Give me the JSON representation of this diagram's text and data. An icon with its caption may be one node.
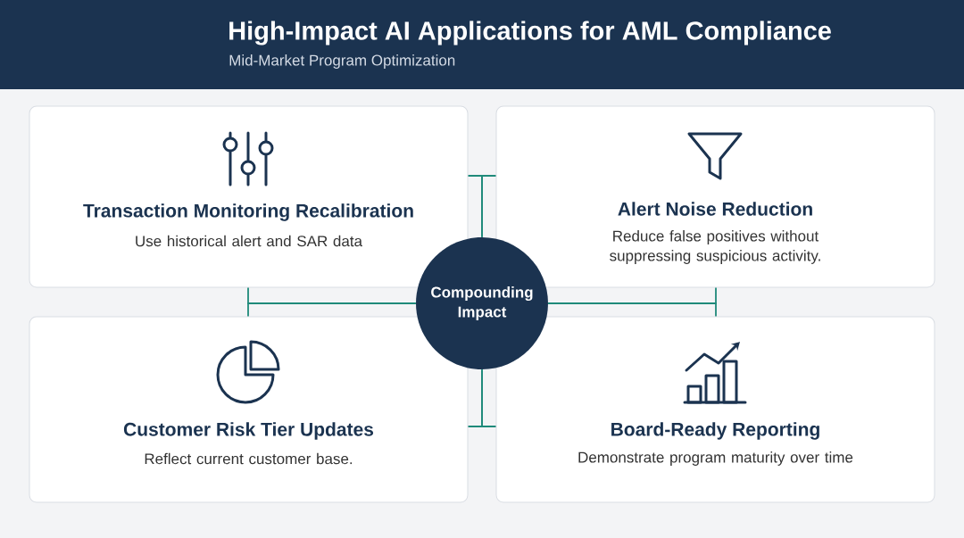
{
  "diagram": {
    "title": "High-Impact AI Applications for AML Compliance",
    "caption": "Mid-Market Program Optimization",
    "nodes": [
      {
        "text": [
          "Transaction Monitoring Recalibration",
          "Use historical alert and SAR data"
        ]
      },
      {
        "text": [
          "Alert Noise Reduction",
          "Reduce false positives without suppressing suspicious activity."
        ]
      },
      {
        "text": [
          "Compounding Impact"
        ]
      },
      {
        "text": [
          "Customer Risk Tier Updates",
          "Reflect current customer base."
        ]
      },
      {
        "text": [
          "Board-Ready Reporting",
          "Demonstrate program maturity over time"
        ]
      }
    ],
    "edges": [
      {
        "from": 2,
        "to": 0,
        "arrow": "none"
      },
      {
        "from": 2,
        "to": 1,
        "arrow": "none"
      },
      {
        "from": 2,
        "to": 0,
        "arrow": "none"
      },
      {
        "from": 2,
        "to": 3,
        "arrow": "none"
      },
      {
        "from": 2,
        "to": 1,
        "arrow": "none"
      },
      {
        "from": 2,
        "to": 4,
        "arrow": "none"
      },
      {
        "from": 2,
        "to": 3,
        "arrow": "none"
      },
      {
        "from": 2,
        "to": 4,
        "arrow": "none"
      }
    ]
  }
}
